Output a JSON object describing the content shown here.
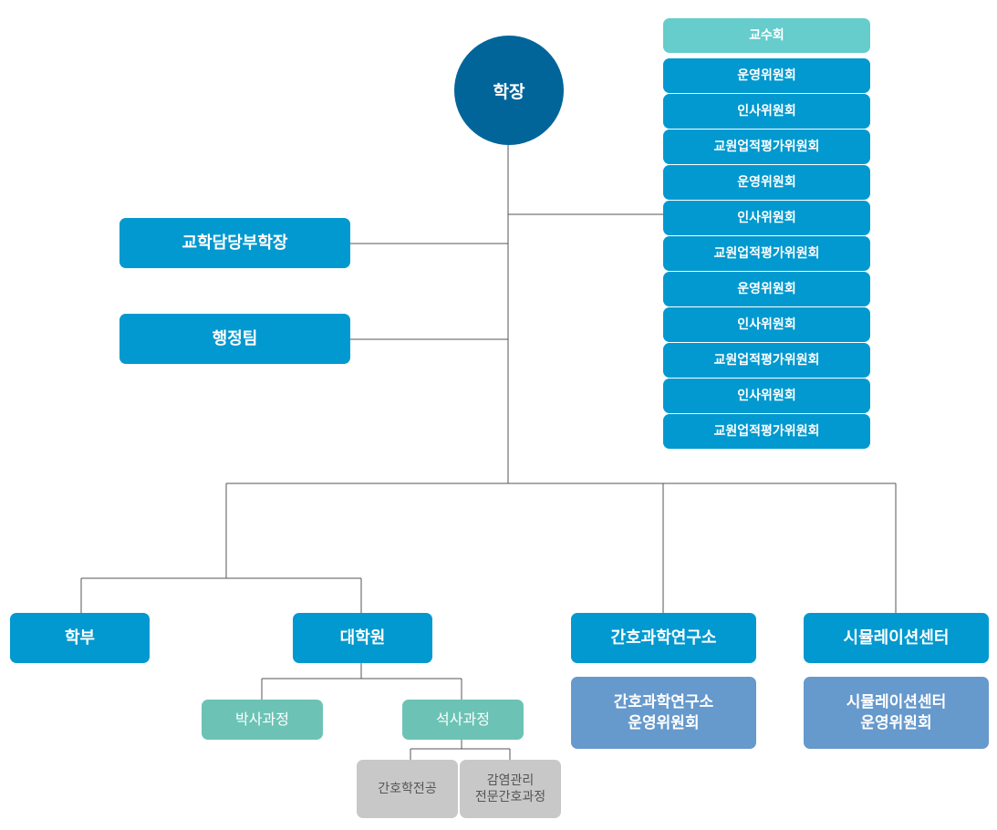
{
  "president": "학장",
  "vice_dean": "교학담당부학장",
  "admin_team": "행정팀",
  "committees": {
    "head": "교수회",
    "items": [
      "운영위원회",
      "인사위원회",
      "교원업적평가위원회",
      "운영위원회",
      "인사위원회",
      "교원업적평가위원회",
      "운영위원회",
      "인사위원회",
      "교원업적평가위원회",
      "인사위원회",
      "교원업적평가위원회"
    ]
  },
  "units": {
    "undergrad": "학부",
    "graduate": "대학원",
    "institute": "간호과학연구소",
    "institute_committee": "간호과학연구소\n운영위원회",
    "simulation": "시뮬레이션센터",
    "simulation_committee": "시뮬레이션센터\n운영위원회"
  },
  "programs": {
    "doctoral": "박사과정",
    "masters": "석사과정",
    "nursing_major": "간호학전공",
    "infection_control": "감염관리\n전문간호과정"
  },
  "colors": {
    "circle": "#02659a",
    "box_blue": "#0199cf",
    "box_teal": "#66cccc",
    "box_mint": "#6cc3b5",
    "box_steel": "#6699cc",
    "box_gray": "#c8c8c8",
    "line": "#555555"
  }
}
